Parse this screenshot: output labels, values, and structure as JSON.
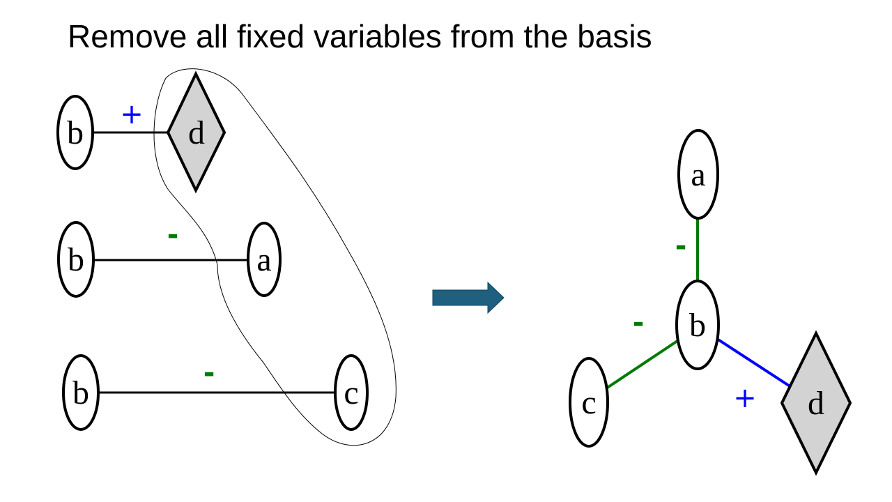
{
  "title": "Remove all fixed variables from the basis",
  "colors": {
    "negative_edge": "#007a00",
    "positive_edge": "#0000ff",
    "fixed_node_fill": "#d3d3d3",
    "arrow": "#1f5f7f"
  },
  "left_panel": {
    "row1": {
      "left_node": "b",
      "right_node": "d",
      "sign": "+"
    },
    "row2": {
      "left_node": "b",
      "right_node": "a",
      "sign": "-"
    },
    "row3": {
      "left_node": "b",
      "right_node": "c",
      "sign": "-"
    }
  },
  "right_panel": {
    "center_node": "b",
    "top_node": "a",
    "left_node": "c",
    "right_node": "d",
    "top_sign": "-",
    "left_sign": "-",
    "right_sign": "+"
  }
}
